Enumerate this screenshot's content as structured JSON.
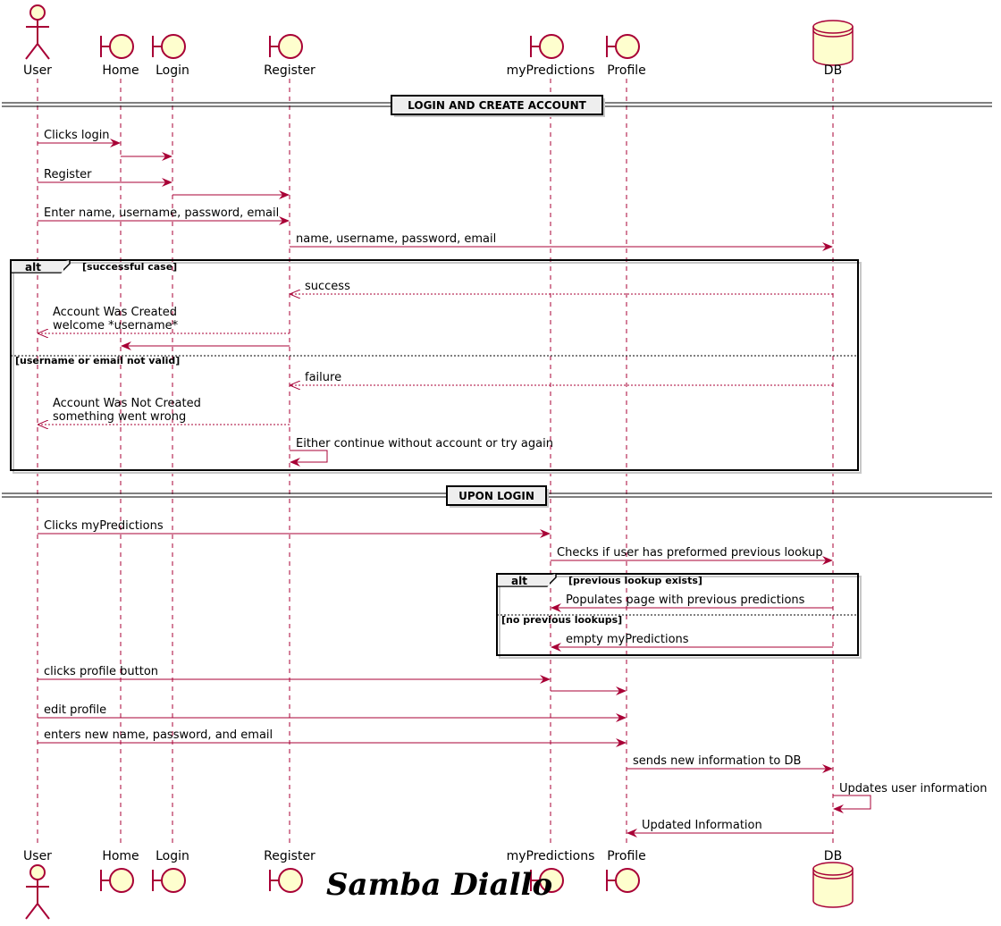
{
  "participants": [
    {
      "id": "user",
      "label": "User",
      "kind": "actor"
    },
    {
      "id": "home",
      "label": "Home",
      "kind": "boundary"
    },
    {
      "id": "login",
      "label": "Login",
      "kind": "boundary"
    },
    {
      "id": "register",
      "label": "Register",
      "kind": "boundary"
    },
    {
      "id": "mypredictions",
      "label": "myPredictions",
      "kind": "boundary"
    },
    {
      "id": "profile",
      "label": "Profile",
      "kind": "boundary"
    },
    {
      "id": "db",
      "label": "DB",
      "kind": "database"
    }
  ],
  "dividers": [
    {
      "label": "LOGIN AND CREATE ACCOUNT"
    },
    {
      "label": "UPON LOGIN"
    }
  ],
  "frames": [
    {
      "tag": "alt",
      "conditions": [
        "[successful case]",
        "[username or email not valid]"
      ]
    },
    {
      "tag": "alt",
      "conditions": [
        "[previous lookup exists]",
        "[no previous lookups]"
      ]
    }
  ],
  "messages": [
    {
      "from": "user",
      "to": "home",
      "lines": [
        "Clicks login"
      ],
      "style": "solid"
    },
    {
      "from": "home",
      "to": "login",
      "lines": [],
      "style": "solid"
    },
    {
      "from": "user",
      "to": "login",
      "lines": [
        "Register"
      ],
      "style": "solid"
    },
    {
      "from": "login",
      "to": "register",
      "lines": [],
      "style": "solid"
    },
    {
      "from": "user",
      "to": "register",
      "lines": [
        "Enter name, username, password, email"
      ],
      "style": "solid"
    },
    {
      "from": "register",
      "to": "db",
      "lines": [
        "name, username, password, email"
      ],
      "style": "solid"
    },
    {
      "from": "db",
      "to": "register",
      "lines": [
        "success"
      ],
      "style": "dashed"
    },
    {
      "from": "register",
      "to": "user",
      "lines": [
        "Account Was Created",
        "welcome *username*"
      ],
      "style": "dashed"
    },
    {
      "from": "register",
      "to": "home",
      "lines": [],
      "style": "solid"
    },
    {
      "from": "db",
      "to": "register",
      "lines": [
        "failure"
      ],
      "style": "dashed"
    },
    {
      "from": "register",
      "to": "user",
      "lines": [
        "Account Was Not Created",
        "something went wrong"
      ],
      "style": "dashed"
    },
    {
      "from": "register",
      "to": "register",
      "lines": [
        "Either continue without account or try again"
      ],
      "style": "solid"
    },
    {
      "from": "user",
      "to": "mypredictions",
      "lines": [
        "Clicks myPredictions"
      ],
      "style": "solid"
    },
    {
      "from": "mypredictions",
      "to": "db",
      "lines": [
        "Checks if user has preformed previous lookup"
      ],
      "style": "solid"
    },
    {
      "from": "db",
      "to": "mypredictions",
      "lines": [
        "Populates page with previous predictions"
      ],
      "style": "solid"
    },
    {
      "from": "db",
      "to": "mypredictions",
      "lines": [
        "empty myPredictions"
      ],
      "style": "solid"
    },
    {
      "from": "user",
      "to": "mypredictions",
      "lines": [
        "clicks profile button"
      ],
      "style": "solid"
    },
    {
      "from": "mypredictions",
      "to": "profile",
      "lines": [],
      "style": "solid"
    },
    {
      "from": "user",
      "to": "profile",
      "lines": [
        "edit profile"
      ],
      "style": "solid"
    },
    {
      "from": "user",
      "to": "profile",
      "lines": [
        "enters new name, password, and email"
      ],
      "style": "solid"
    },
    {
      "from": "profile",
      "to": "db",
      "lines": [
        "sends new information to DB"
      ],
      "style": "solid"
    },
    {
      "from": "db",
      "to": "db",
      "lines": [
        "Updates user information"
      ],
      "style": "solid"
    },
    {
      "from": "db",
      "to": "profile",
      "lines": [
        "Updated Information"
      ],
      "style": "solid"
    }
  ],
  "signature": "Samba Diallo",
  "colors": {
    "line": "#A80036",
    "fill": "#FEFECE",
    "frame": "#000000",
    "divider_fill": "#EEEEEE"
  }
}
